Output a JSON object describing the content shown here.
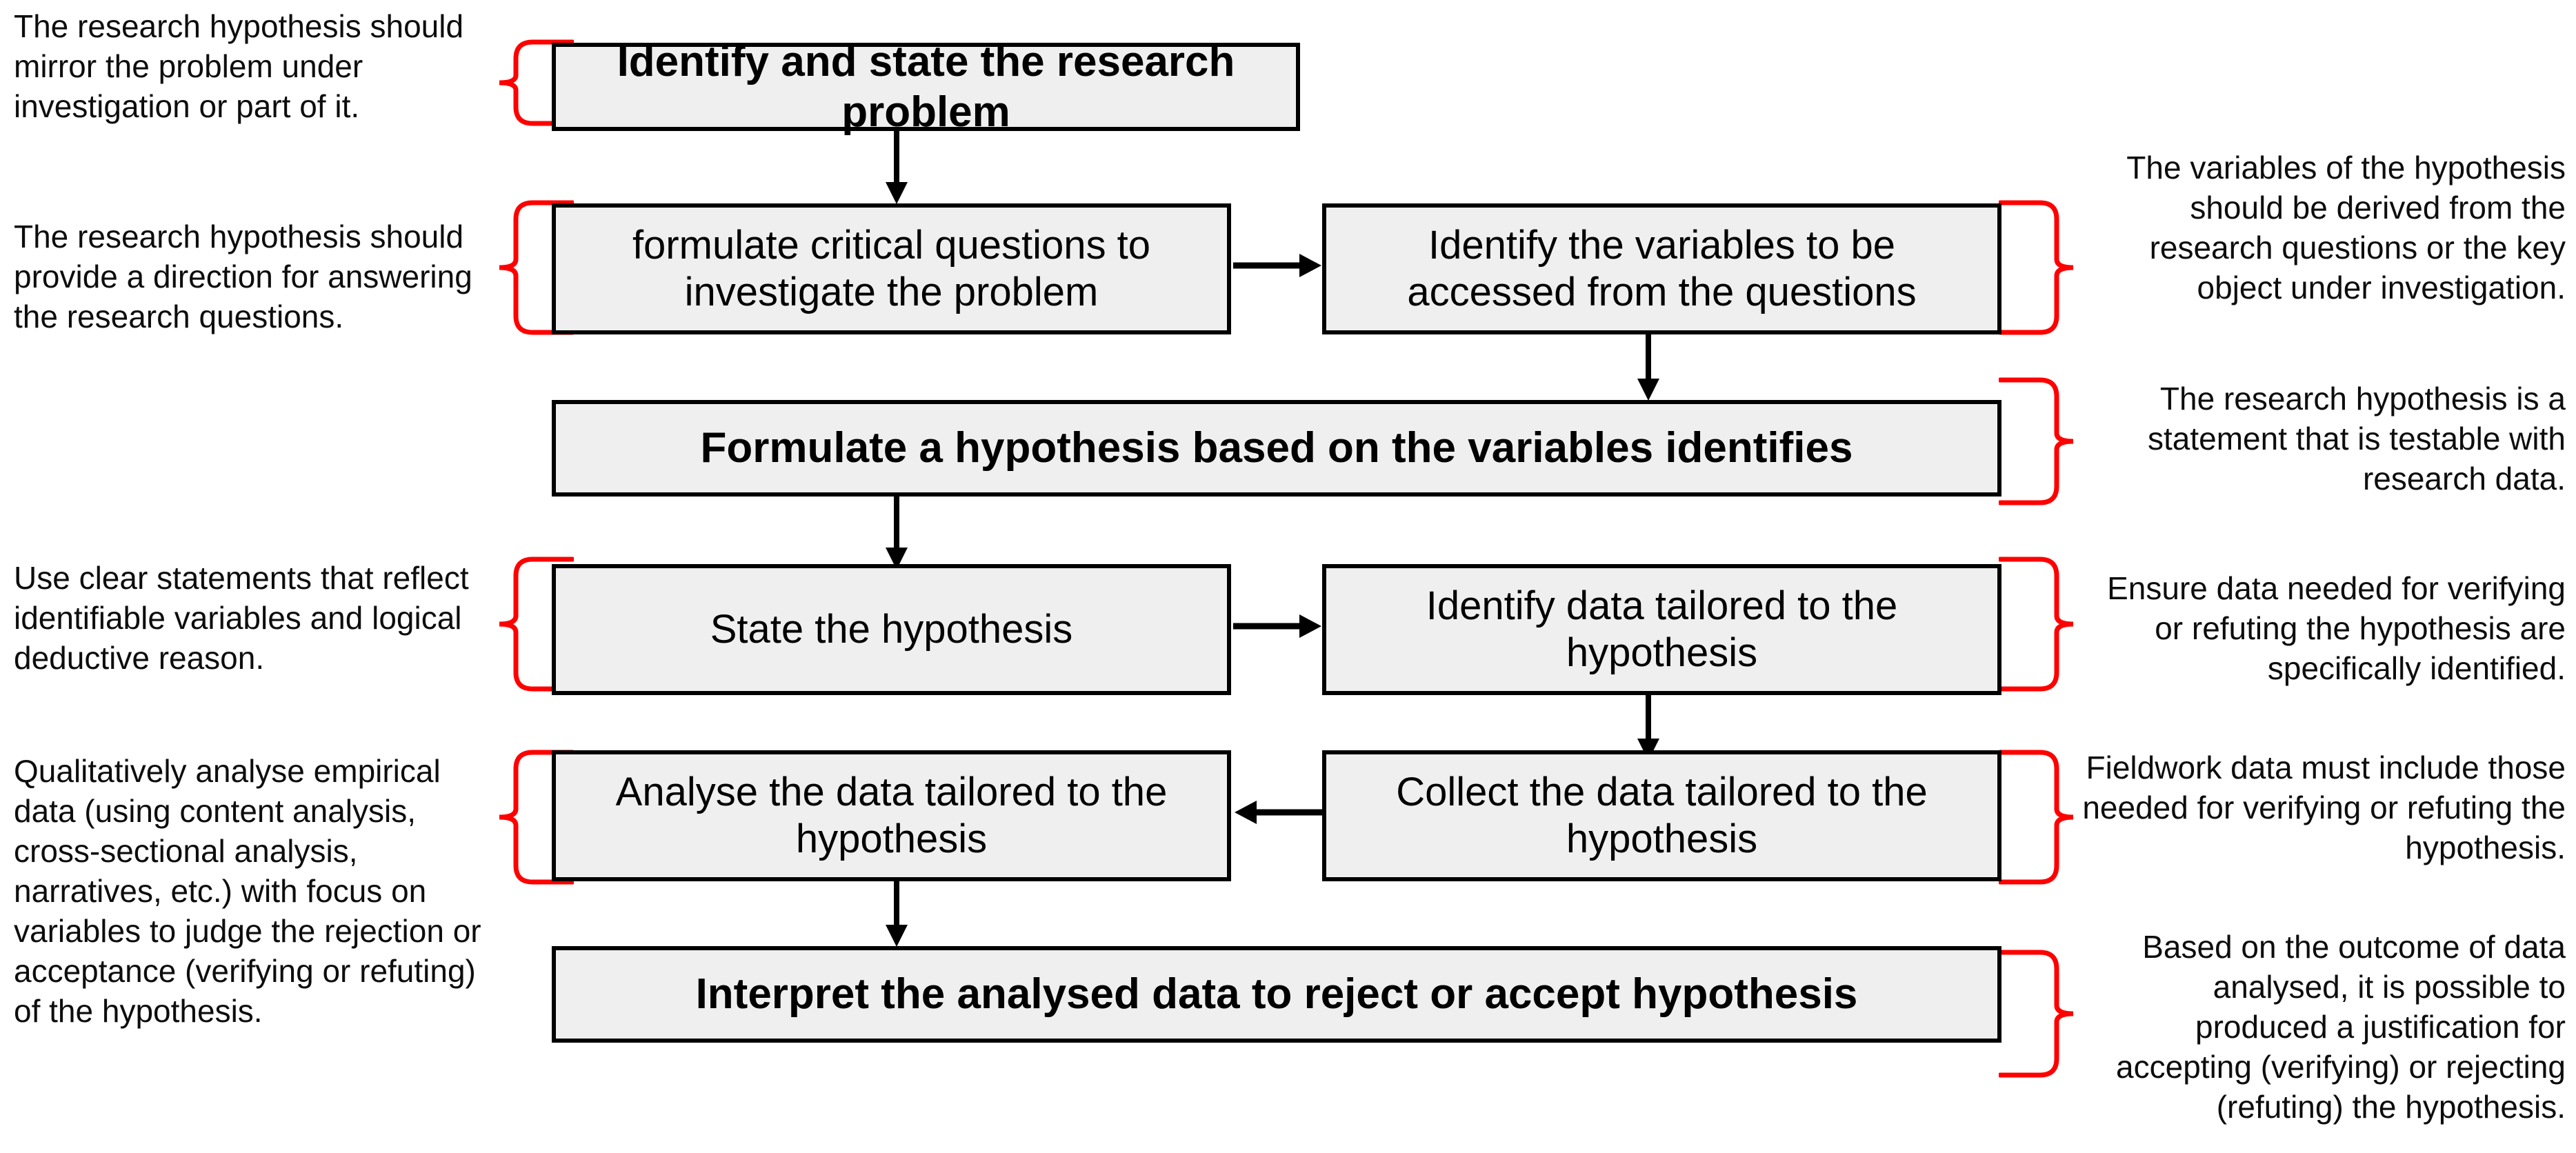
{
  "diagram": {
    "title": "Research hypothesis formulation and testing flowchart",
    "colors": {
      "box_fill": "#efefef",
      "box_border": "#000000",
      "brace": "#ff0000",
      "arrow": "#000000",
      "text": "#000000"
    },
    "boxes": [
      {
        "id": "identify-problem",
        "label": "Identify and state the research problem",
        "emphasis": "bold"
      },
      {
        "id": "formulate-questions",
        "label": "formulate critical questions to investigate the problem",
        "emphasis": "normal"
      },
      {
        "id": "identify-variables",
        "label": "Identify the variables to be accessed from the questions",
        "emphasis": "normal"
      },
      {
        "id": "formulate-hypothesis",
        "label": "Formulate a hypothesis based on the variables identifies",
        "emphasis": "bold"
      },
      {
        "id": "state-hypothesis",
        "label": "State the hypothesis",
        "emphasis": "normal"
      },
      {
        "id": "identify-data",
        "label": "Identify data tailored to the hypothesis",
        "emphasis": "normal"
      },
      {
        "id": "analyse-data",
        "label": "Analyse the data tailored to the hypothesis",
        "emphasis": "normal"
      },
      {
        "id": "collect-data",
        "label": "Collect the data tailored to the hypothesis",
        "emphasis": "normal"
      },
      {
        "id": "interpret-data",
        "label": "Interpret the analysed data to reject or accept hypothesis",
        "emphasis": "bold"
      }
    ],
    "annotations_left": [
      {
        "id": "note-mirror-problem",
        "text": "The research hypothesis should mirror the problem under investigation or part of it."
      },
      {
        "id": "note-provide-direction",
        "text": "The research hypothesis should provide a direction for answering the research questions."
      },
      {
        "id": "note-clear-statements",
        "text": "Use clear statements that reflect identifiable variables and logical deductive reason."
      },
      {
        "id": "note-qualitative-analysis",
        "text": "Qualitatively analyse empirical data (using content analysis, cross-sectional analysis, narratives, etc.) with focus on variables to judge the rejection or acceptance (verifying or refuting) of the hypothesis."
      }
    ],
    "annotations_right": [
      {
        "id": "note-variables-derived",
        "text": "The variables of the hypothesis should be derived from the research questions or the key object under investigation."
      },
      {
        "id": "note-testable-statement",
        "text": "The research hypothesis is a statement that is testable with research data."
      },
      {
        "id": "note-ensure-data",
        "text": "Ensure data needed for verifying or refuting the hypothesis are specifically identified."
      },
      {
        "id": "note-fieldwork-data",
        "text": "Fieldwork data must include those needed for verifying or refuting the hypothesis."
      },
      {
        "id": "note-justification",
        "text": "Based on the outcome of data analysed, it is possible to produced a justification for accepting (verifying) or rejecting (refuting) the hypothesis."
      }
    ]
  }
}
